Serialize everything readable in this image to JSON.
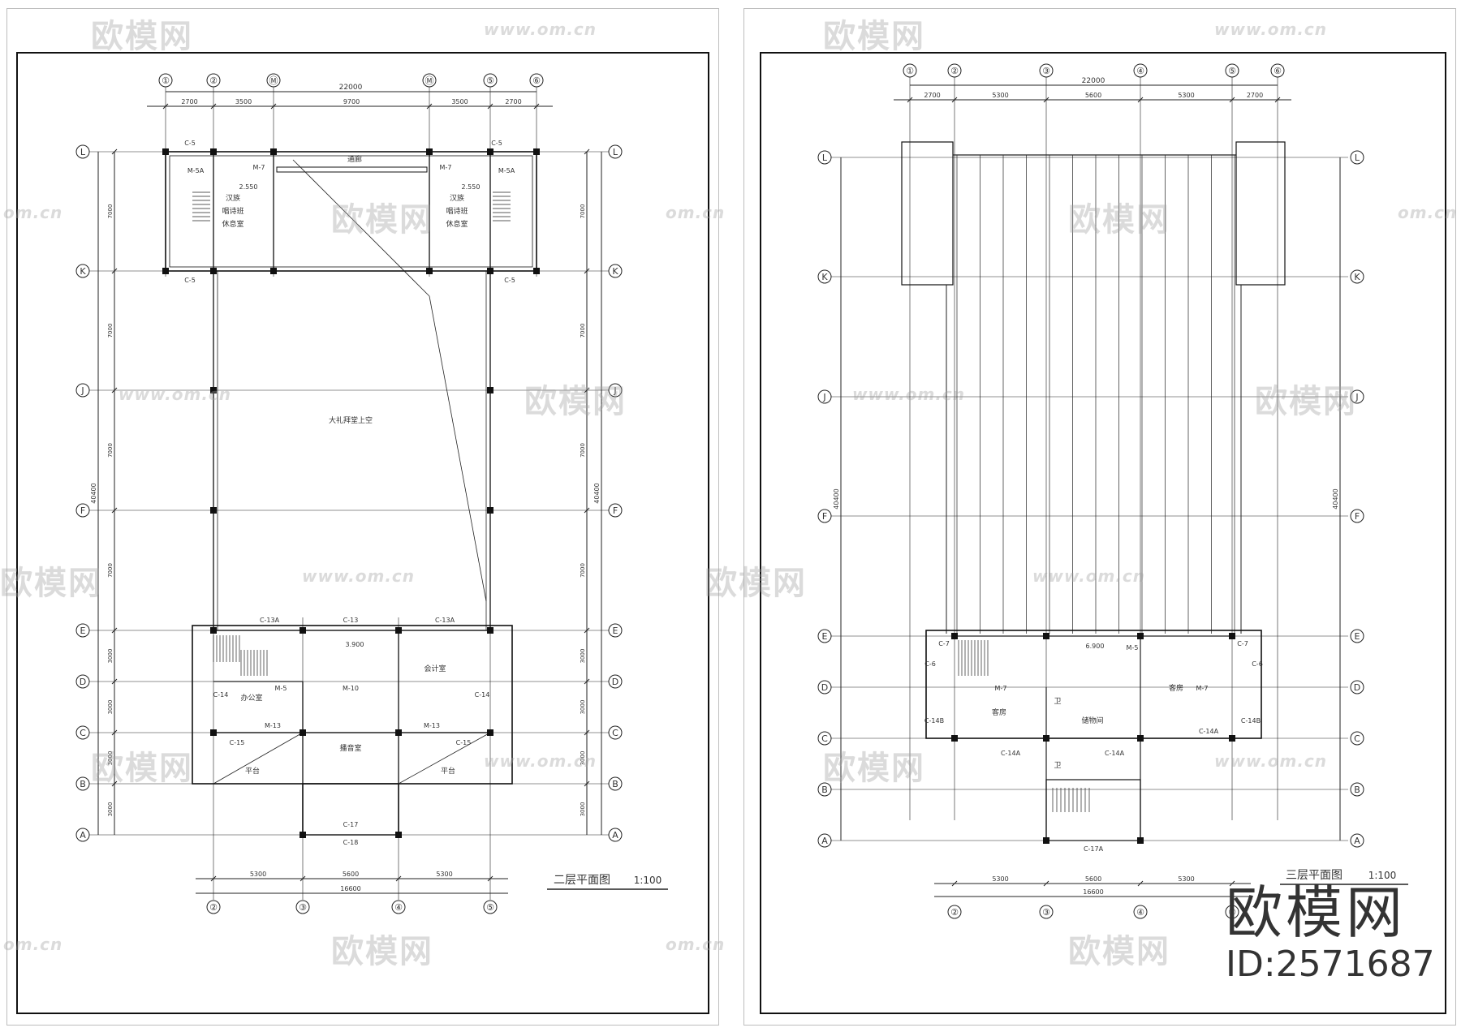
{
  "watermark": {
    "logo": "欧模网",
    "url": "www.om.cn",
    "url_partial": "om.cn"
  },
  "brand": {
    "name": "欧模网",
    "id_text": "ID:2571687"
  },
  "left": {
    "title": "二层平面图",
    "scale": "1:100",
    "top_axes": [
      "①",
      "②",
      "Ⓜ",
      "Ⓜ",
      "⑤",
      "⑥"
    ],
    "bottom_axes": [
      "②",
      "③",
      "④",
      "⑤"
    ],
    "row_axes": [
      "L",
      "K",
      "J",
      "F",
      "E",
      "D",
      "C",
      "B",
      "A"
    ],
    "dims_total": "22000",
    "dims_top": [
      "2700",
      "3500",
      "9700",
      "3500",
      "2700"
    ],
    "dims_bottom": [
      "5300",
      "5600",
      "5300"
    ],
    "dims_bottom_total": "16600",
    "dims_side_total": "40400",
    "dims_side_bays": [
      "7000",
      "7000",
      "7000",
      "7000",
      "3000",
      "3000",
      "3000",
      "3000"
    ],
    "rooms": [
      {
        "text": "大礼拜堂上空"
      },
      {
        "text": "汉族"
      },
      {
        "text": "唱诗班"
      },
      {
        "text": "休息室"
      },
      {
        "text": "通廊"
      },
      {
        "text": "办公室"
      },
      {
        "text": "会计室"
      },
      {
        "text": "播音室"
      },
      {
        "text": "平台"
      },
      {
        "text": "平台"
      }
    ],
    "tags": [
      "C-5",
      "C-5",
      "C-5",
      "C-5",
      "M-7",
      "M-7",
      "M-5A",
      "M-5A",
      "C-13A",
      "C-13",
      "C-13A",
      "M-5",
      "M-10",
      "M-13",
      "M-13",
      "C-14",
      "C-14",
      "C-15",
      "C-15",
      "C-17",
      "C-18"
    ],
    "levels": [
      "2.550",
      "2.550",
      "3.900"
    ]
  },
  "right": {
    "title": "三层平面图",
    "scale": "1:100",
    "top_axes": [
      "①",
      "②",
      "③",
      "④",
      "⑤",
      "⑥"
    ],
    "bottom_axes": [
      "②",
      "③",
      "④",
      "⑤"
    ],
    "row_axes": [
      "L",
      "K",
      "J",
      "F",
      "E",
      "D",
      "C",
      "B",
      "A"
    ],
    "dims_total": "22000",
    "dims_top": [
      "2700",
      "5300",
      "5600",
      "5300",
      "2700"
    ],
    "dims_bottom": [
      "5300",
      "5600",
      "5300"
    ],
    "dims_bottom_total": "16600",
    "dims_side_total": "40400",
    "rooms": [
      {
        "text": "客房"
      },
      {
        "text": "客房"
      },
      {
        "text": "储物间"
      },
      {
        "text": "卫"
      },
      {
        "text": "卫"
      }
    ],
    "tags": [
      "C-7",
      "C-7",
      "C-6",
      "C-6",
      "M-5",
      "M-7",
      "M-7",
      "C-14A",
      "C-14A",
      "C-14A",
      "C-17A",
      "C-14B",
      "C-14B"
    ],
    "levels": [
      "6.900"
    ]
  }
}
